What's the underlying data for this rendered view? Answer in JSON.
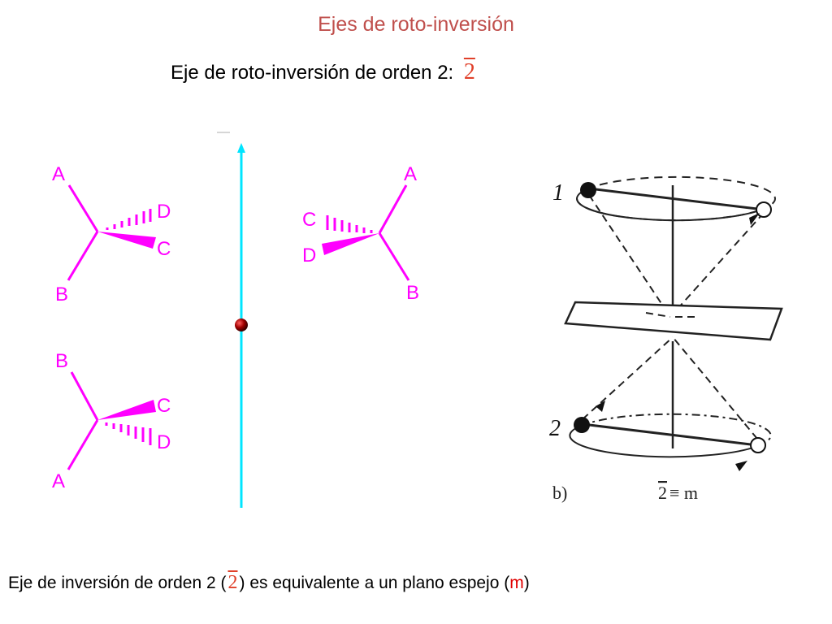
{
  "title": "Ejes de roto-inversión",
  "subtitle": {
    "text": "Eje de roto-inversión de orden 2:",
    "symbol": "2"
  },
  "colors": {
    "title": "#c0504d",
    "molecule": "#ff00ff",
    "axis": "#00e5ff",
    "inversion_center": "#8b0000",
    "symbol": "#e0402a"
  },
  "molecules": [
    {
      "id": "top-left",
      "labels": {
        "A": "A",
        "B": "B",
        "C": "C",
        "D": "D"
      }
    },
    {
      "id": "top-right",
      "labels": {
        "A": "A",
        "B": "B",
        "C": "C",
        "D": "D"
      }
    },
    {
      "id": "bottom-left",
      "labels": {
        "A": "A",
        "B": "B",
        "C": "C",
        "D": "D"
      }
    }
  ],
  "figure_b": {
    "point1": "1",
    "point2": "2",
    "label": "b)",
    "equivalence": "2 ≡ m",
    "equiv_bar": "2",
    "equiv_rest": "≡ m"
  },
  "caption": {
    "before": "Eje de inversión de orden 2 (",
    "symbol": "2",
    "middle": ") es equivalente a un plano espejo (",
    "m": "m",
    "after": ")"
  }
}
